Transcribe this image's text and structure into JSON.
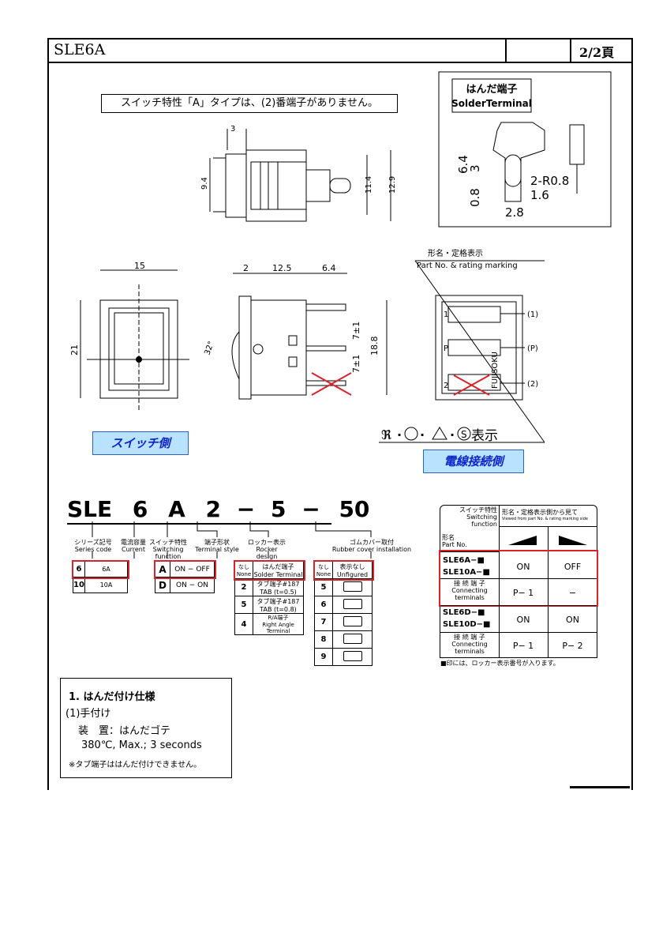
{
  "header": {
    "title": "SLE6A",
    "page": "2/2頁"
  },
  "notice": "スイッチ特性「A」タイプは、(2)番端子がありません。",
  "solder_box": {
    "title_jp": "はんだ端子",
    "title_en": "SolderTerminal",
    "dims": [
      "6.4",
      "3",
      "2-R0.8",
      "1.6",
      "0.8",
      "2.8"
    ]
  },
  "side_view_dims": [
    "3",
    "9.4",
    "11.4",
    "12.9"
  ],
  "front_dims": [
    "15",
    "21"
  ],
  "side2_dims": [
    "2",
    "12.5",
    "6.4",
    "32°",
    "7±1",
    "7±1",
    "18.8"
  ],
  "marking": {
    "jp": "形名・定格表示",
    "en": "Part No. & rating marking",
    "terminals": [
      "(1)",
      "(P)",
      "(2)"
    ],
    "pins": [
      "1",
      "P",
      "2"
    ],
    "brand": "FUJISOKU"
  },
  "labels": {
    "switch_side": "スイッチ側",
    "wire_side": "電線接続側"
  },
  "cert_text": "表示",
  "code": {
    "parts": [
      "SLE",
      "6",
      "A",
      "2",
      "−",
      "5",
      "−",
      "50"
    ]
  },
  "code_labels": {
    "series": [
      "シリーズ記号",
      "Series code"
    ],
    "current": [
      "電流容量",
      "Current"
    ],
    "switching": [
      "スイッチ特性",
      "Switching function"
    ],
    "terminal": [
      "端子形状",
      "Terminal style"
    ],
    "rocker": [
      "ロッカー表示",
      "Rocker design"
    ],
    "cover": [
      "ゴムカバー取付",
      "Rubber cover installation"
    ]
  },
  "current_table": [
    [
      "6",
      "6A"
    ],
    [
      "10",
      "10A"
    ]
  ],
  "function_table": [
    [
      "A",
      "ON − OFF"
    ],
    [
      "D",
      "ON − ON"
    ]
  ],
  "terminal_table": [
    [
      "なし\nNone",
      "はんだ端子\nSolder Terminal"
    ],
    [
      "2",
      "タブ端子#187\nTAB (t=0.5)"
    ],
    [
      "5",
      "タブ端子#187\nTAB (t=0.8)"
    ],
    [
      "4",
      "R/A端子\nRight Angle Terminal"
    ]
  ],
  "rocker_table": [
    [
      "なし\nNone",
      "表示なし\nUnfigured"
    ],
    [
      "5",
      ""
    ],
    [
      "6",
      ""
    ],
    [
      "7",
      ""
    ],
    [
      "8",
      ""
    ],
    [
      "9",
      ""
    ]
  ],
  "spec_table": {
    "hdr_function": "スイッチ特性\nSwitching\nfunction",
    "hdr_partno": "形名\nPart No.",
    "hdr_view": "形名・定格表示側から見て",
    "hdr_view_en": "Viewed from part No. & rating marking side",
    "rows": [
      {
        "part": "SLE6A−■\nSLE10A−■",
        "c1": "ON",
        "c2": "OFF"
      },
      {
        "part": "接 続 端 子\nConnecting\nterminals",
        "c1": "P− 1",
        "c2": "−"
      },
      {
        "part": "SLE6D−■\nSLE10D−■",
        "c1": "ON",
        "c2": "ON"
      },
      {
        "part": "接 続 端 子\nConnecting\nterminals",
        "c1": "P− 1",
        "c2": "P− 2"
      }
    ],
    "footnote": "■印には、ロッカー表示番号が入ります。"
  },
  "note": {
    "title": "1. はんだ付け仕様",
    "line1": "(1)手付け",
    "line2": "装　置：はんだゴテ",
    "line3": "380℃, Max.; 3 seconds",
    "line4": "※タブ端子ははんだ付けできません。"
  },
  "colors": {
    "highlight": "#d9232b",
    "label_bg": "#b9e2ff",
    "label_text": "#0b25c9"
  }
}
